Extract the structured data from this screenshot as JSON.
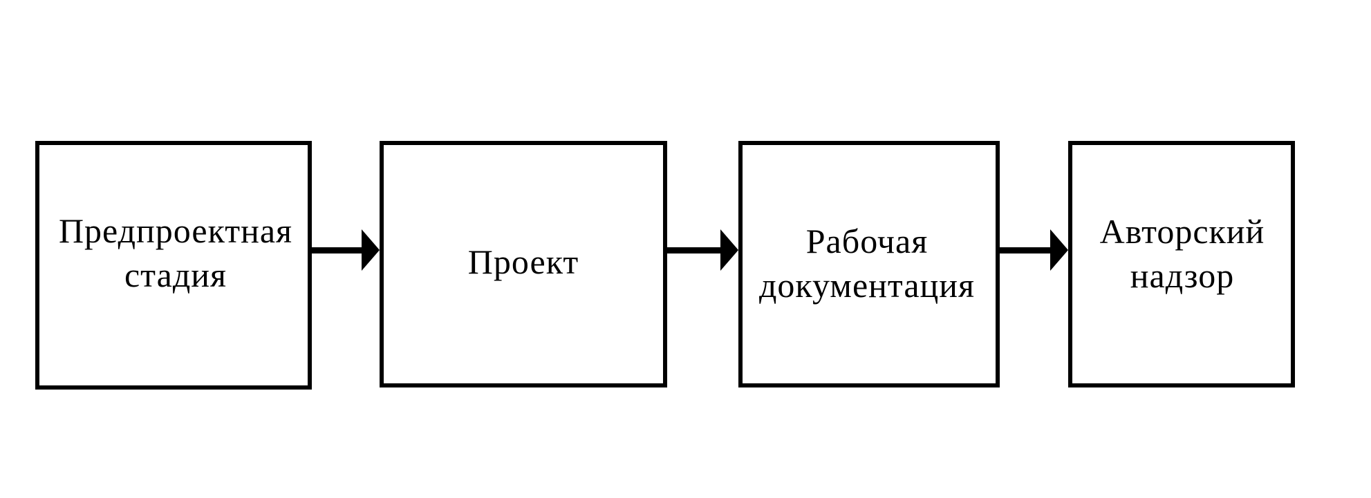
{
  "diagram": {
    "type": "flowchart",
    "direction": "left-to-right",
    "colors": {
      "stroke": "#000000",
      "fill": "#ffffff",
      "text": "#000000"
    },
    "nodes": [
      {
        "id": "stage-1",
        "label": "Предпроектная\nстадия"
      },
      {
        "id": "stage-2",
        "label": "Проект"
      },
      {
        "id": "stage-3",
        "label": "Рабочая\nдокументация"
      },
      {
        "id": "stage-4",
        "label": "Авторский\nнадзор"
      }
    ],
    "edges": [
      {
        "from": "stage-1",
        "to": "stage-2"
      },
      {
        "from": "stage-2",
        "to": "stage-3"
      },
      {
        "from": "stage-3",
        "to": "stage-4"
      }
    ]
  }
}
